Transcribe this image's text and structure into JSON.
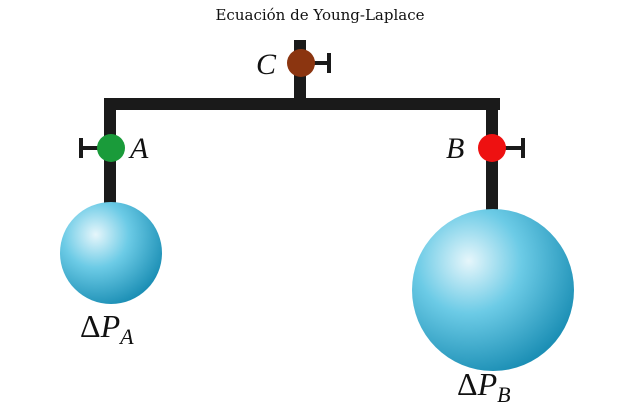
{
  "title": "Ecuación de Young-Laplace",
  "colors": {
    "pipe": "#1a1a1a",
    "valve_a": "#1a9b3a",
    "valve_b": "#ee1111",
    "valve_c": "#8b3510",
    "bubble_light": "#e6f6fb",
    "bubble_mid": "#6ccbe6",
    "bubble_dark": "#1c8fb5"
  },
  "valves": {
    "a": {
      "label": "A"
    },
    "b": {
      "label": "B"
    },
    "c": {
      "label": "C"
    }
  },
  "bubbles": {
    "a": {
      "delta": "Δ",
      "var": "P",
      "sub": "A"
    },
    "b": {
      "delta": "Δ",
      "var": "P",
      "sub": "B"
    }
  }
}
